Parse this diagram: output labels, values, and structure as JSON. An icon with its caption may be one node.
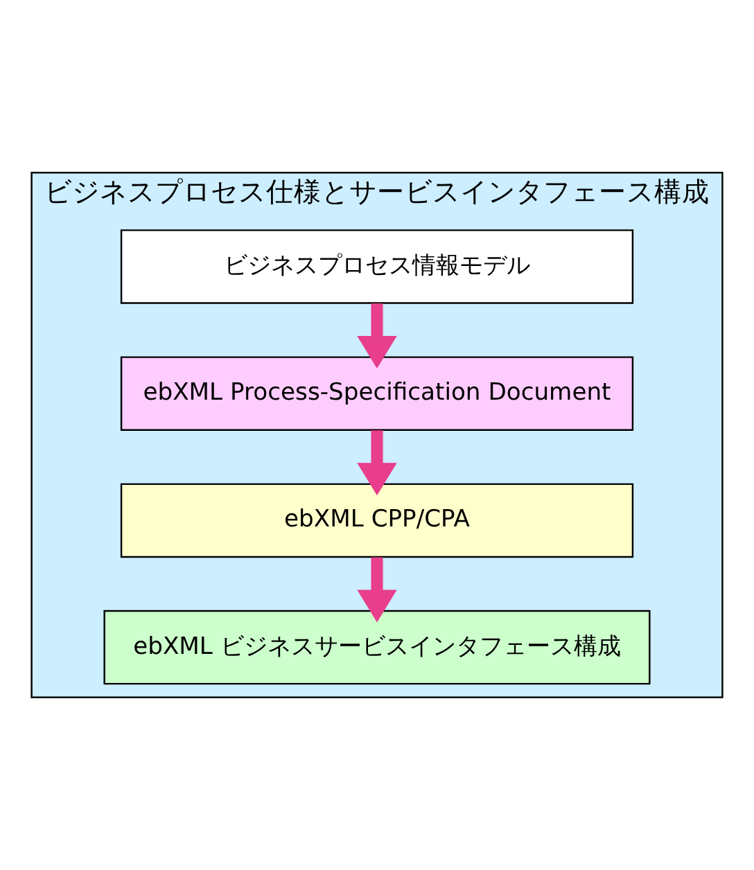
{
  "diagram": {
    "nodes": [
      {
        "text": [
          "ビジネスプロセス仕様とサービスインタフェース構成"
        ]
      },
      {
        "text": [
          "ビジネスプロセス情報モデル"
        ],
        "in": 0
      },
      {
        "text": [
          "ebXML Process-Specification Document"
        ],
        "in": 0
      },
      {
        "text": [
          "ebXML CPP/CPA"
        ],
        "in": 0
      },
      {
        "text": [
          "ebXML ビジネスサービスインタフェース構成"
        ],
        "in": 0
      }
    ],
    "edges": [
      {
        "from": 1,
        "to": 2,
        "arrow": "to"
      },
      {
        "from": 2,
        "to": 3,
        "arrow": "to"
      },
      {
        "from": 3,
        "to": 4,
        "arrow": "to"
      }
    ]
  }
}
